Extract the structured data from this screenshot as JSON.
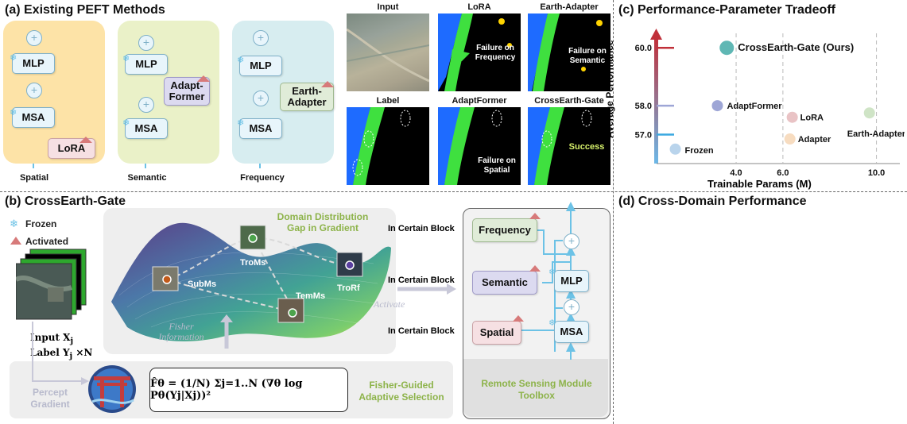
{
  "titles": {
    "a": "(a) Existing PEFT Methods",
    "b": "(b) CrossEarth-Gate",
    "c": "(c) Performance-Parameter Tradeoff",
    "d": "(d) Cross-Domain Performance"
  },
  "peft": {
    "spatial": {
      "caption": "Spatial",
      "mlp": "MLP",
      "msa": "MSA",
      "adapter": "LoRA"
    },
    "semantic": {
      "caption": "Semantic",
      "mlp": "MLP",
      "msa": "MSA",
      "adapter": "Adapt-Former"
    },
    "frequency": {
      "caption": "Frequency",
      "mlp": "MLP",
      "msa": "MSA",
      "adapter": "Earth-Adapter"
    },
    "plus": "+"
  },
  "segmentation": {
    "labels": [
      "Input",
      "LoRA",
      "Earth-Adapter",
      "Label",
      "AdaptFormer",
      "CrossEarth-Gate"
    ],
    "notes": {
      "lora": "Failure on Frequency",
      "earth": "Failure on Semantic",
      "adaptformer": "Failure on Spatial",
      "gate": "Success"
    }
  },
  "legend": {
    "frozen": "Frozen",
    "activated": "Activated"
  },
  "crossearth": {
    "input_label": "Input X",
    "input_sub": "j",
    "label_label": "Label Y",
    "label_sub": "j",
    "times_n": "×N",
    "landscape_title": "Domain Distribution Gap in Gradient",
    "domains": [
      "SubMs",
      "TroMs",
      "TemMs",
      "TroRf"
    ],
    "fisher_info": "Fisher Information",
    "activate": "Activate",
    "percept": "Percept Gradient",
    "fisher_selection": "Fisher-Guided Adaptive Selection",
    "formula": "F̂θ = (1/N) Σj=1..N (∇θ log Pθ(Yj|Xj))²",
    "certain_block": "In Certain Block"
  },
  "toolbox": {
    "frequency": "Frequency",
    "semantic": "Semantic",
    "spatial": "Spatial",
    "mlp": "MLP",
    "msa": "MSA",
    "caption": "Remote Sensing Module Toolbox"
  },
  "chart_data": {
    "type": "scatter",
    "title": "(c) Performance-Parameter Tradeoff",
    "xlabel": "Trainable Params (M)",
    "ylabel": "Average Performance",
    "xticks": [
      "4.0",
      "6.0",
      "10.0"
    ],
    "yticks": [
      "60.0",
      "58.0",
      "57.0"
    ],
    "grid": "vertical dashed",
    "series": [
      {
        "name": "CrossEarth-Gate (Ours)",
        "x": 3.6,
        "y": 60.0,
        "color": "#5fb7b4"
      },
      {
        "name": "AdaptFormer",
        "x": 3.2,
        "y": 58.0,
        "color": "#9ea6d6"
      },
      {
        "name": "LoRA",
        "x": 6.4,
        "y": 57.6,
        "color": "#e9c3c5"
      },
      {
        "name": "Adapter",
        "x": 6.3,
        "y": 56.85,
        "color": "#f7dcc0"
      },
      {
        "name": "Earth-Adapter",
        "x": 9.7,
        "y": 57.75,
        "color": "#cfe4c6"
      },
      {
        "name": "Frozen",
        "x": 1.4,
        "y": 56.5,
        "color": "#b9d4ec"
      }
    ]
  }
}
